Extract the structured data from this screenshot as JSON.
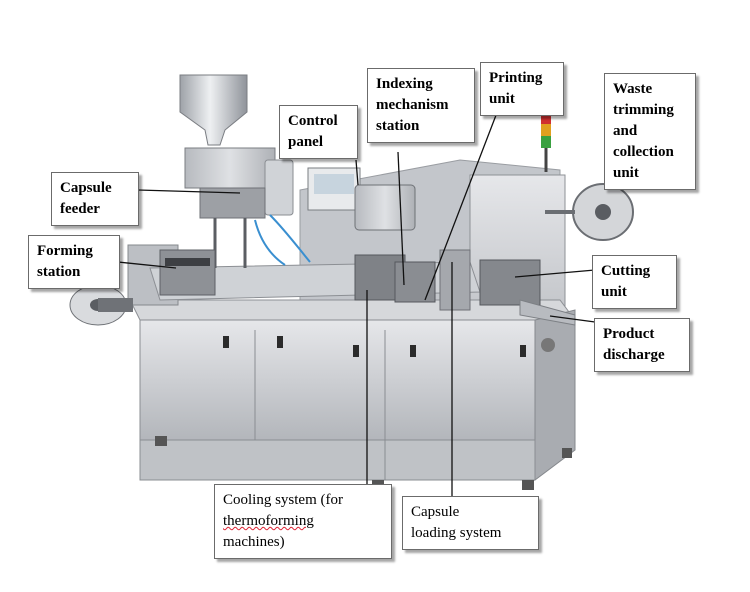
{
  "colors": {
    "background": "#ffffff",
    "machine_body": "#c9ccd0",
    "label_border": "#6b6b6b",
    "leader_line": "#111111",
    "spell_underline": "#dd2233"
  },
  "labels": {
    "capsule_feeder": [
      "Capsule",
      "feeder"
    ],
    "control_panel": [
      "Control",
      "panel"
    ],
    "indexing_station": [
      "Indexing",
      "mechanism",
      "station"
    ],
    "printing_unit": [
      "Printing",
      "unit"
    ],
    "waste_trimming": [
      "Waste",
      "trimming",
      "and",
      "collection",
      "unit"
    ],
    "forming_station": [
      "Forming",
      "station"
    ],
    "cutting_unit": [
      "Cutting",
      "unit"
    ],
    "product_discharge": [
      "Product",
      "discharge"
    ],
    "cooling_system": [
      "Cooling system (for",
      "thermoforming",
      "machines)"
    ],
    "capsule_loading": [
      "Capsule",
      "loading system"
    ]
  }
}
